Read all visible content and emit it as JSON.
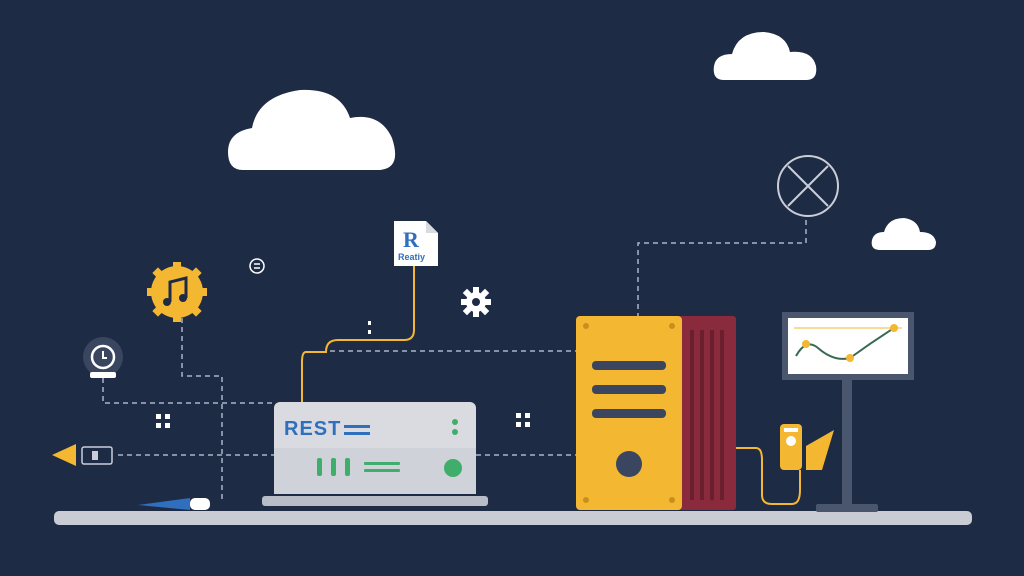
{
  "illustration": {
    "server_label": "REST",
    "document_letter": "R",
    "document_caption": "Reatiy"
  },
  "colors": {
    "background": "#1e2b45",
    "accent_yellow": "#f4b731",
    "accent_maroon": "#8a2a3d",
    "server_gray": "#d9dbe0",
    "rest_blue": "#2f6fbd",
    "led_green": "#3fae6a",
    "cloud_white": "#ffffff",
    "connector_dash": "#aab4c8"
  },
  "icons": [
    "cloud-icon",
    "music-note-gear-icon",
    "stopwatch-icon",
    "sync-icon",
    "gear-icon",
    "globe-icon",
    "document-icon",
    "paper-plane-icon",
    "cable-plug-icon",
    "pen-icon",
    "phone-icon",
    "monitor-chart-icon"
  ]
}
